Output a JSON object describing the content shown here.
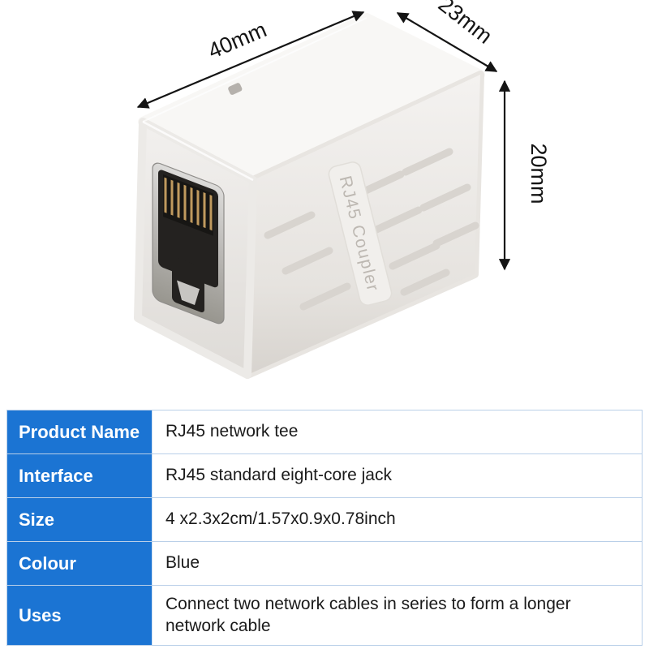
{
  "photo": {
    "dimensions": {
      "length": "40mm",
      "width": "23mm",
      "height": "20mm"
    },
    "embossed_text": "RJ45 Coupler",
    "body_color": "#f2f0ee",
    "port_color": "#242220",
    "pin_color": "#c09a5e"
  },
  "spec_table": {
    "header_bg": "#1b74d3",
    "header_text_color": "#ffffff",
    "border_color": "#b9cfe8",
    "rows": [
      {
        "label": "Product Name",
        "value": "RJ45 network tee"
      },
      {
        "label": "Interface",
        "value": "RJ45 standard eight-core jack"
      },
      {
        "label": "Size",
        "value": "4 x2.3x2cm/1.57x0.9x0.78inch"
      },
      {
        "label": "Colour",
        "value": "Blue"
      },
      {
        "label": "Uses",
        "value": "Connect two network cables in series to form a longer network cable"
      }
    ]
  }
}
